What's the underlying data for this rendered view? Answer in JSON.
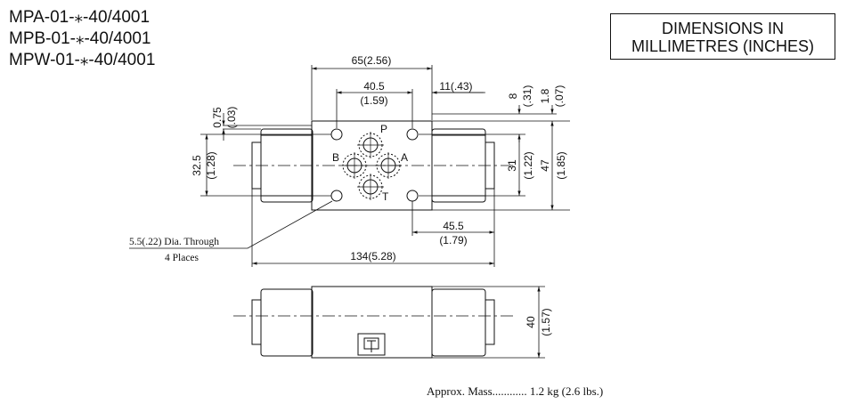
{
  "models": [
    "MPA-01-⁎-40/4001",
    "MPB-01-⁎-40/4001",
    "MPW-01-⁎-40/4001"
  ],
  "unit_note": [
    "DIMENSIONS IN",
    "MILLIMETRES (INCHES)"
  ],
  "dimensions": {
    "d65": "65(2.56)",
    "d40_5": "40.5",
    "d40_5_in": "(1.59)",
    "d11": "11(.43)",
    "d0_75": "0.75",
    "d0_75_in": "(.03)",
    "d8": "8",
    "d8_in": "(.31)",
    "d1_8": "1.8",
    "d1_8_in": "(.07)",
    "d32_5": "32.5",
    "d32_5_in": "(1.28)",
    "d31": "31",
    "d31_in": "(1.22)",
    "d47": "47",
    "d47_in": "(1.85)",
    "d45_5": "45.5",
    "d45_5_in": "(1.79)",
    "d134": "134(5.28)",
    "d40": "40",
    "d40_in": "(1.57)"
  },
  "port_labels": {
    "p": "P",
    "a": "A",
    "b": "B",
    "t": "T"
  },
  "hole_note": [
    "5.5(.22) Dia. Through",
    "4 Places"
  ],
  "mass": "Approx. Mass............ 1.2 kg (2.6 lbs.)"
}
